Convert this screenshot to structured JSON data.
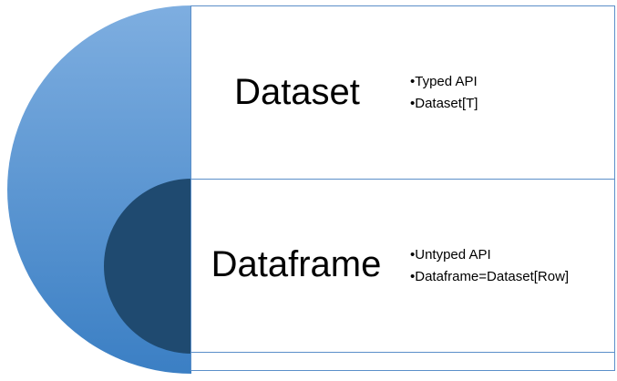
{
  "diagram": {
    "levels": [
      {
        "title": "Dataset",
        "bullets": [
          "•Typed API",
          "•Dataset[T]"
        ]
      },
      {
        "title": "Dataframe",
        "bullets": [
          "•Untyped API",
          "•Dataframe=Dataset[Row]"
        ]
      }
    ],
    "colors": {
      "outer_circle_light": "#7eaee0",
      "outer_circle_dark": "#3b7fc4",
      "inner_circle": "#1f4a70",
      "panel_border": "#5b8fc9"
    }
  }
}
